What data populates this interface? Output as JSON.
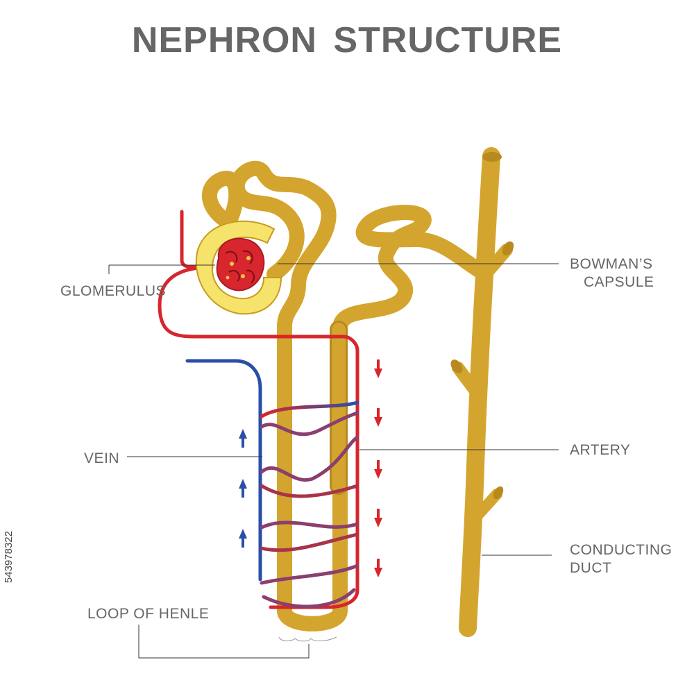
{
  "title": "NEPHRON  STRUCTURE",
  "labels": {
    "glomerulus": "GLOMERULUS",
    "bowmans_capsule_line1": "BOWMAN’S",
    "bowmans_capsule_line2": "CAPSULE",
    "vein": "VEIN",
    "artery": "ARTERY",
    "conducting_duct_line1": "CONDUCTING",
    "conducting_duct_line2": "DUCT",
    "loop_of_henle": "LOOP OF HENLE"
  },
  "stock_id": "543978322",
  "colors": {
    "tubule": "#D4A52E",
    "tubule_shade": "#B8891F",
    "capsule": "#F5E36B",
    "artery": "#D7262D",
    "vein": "#2A4FA8",
    "capillary": "#8A3F6E",
    "label_text": "#666666"
  }
}
